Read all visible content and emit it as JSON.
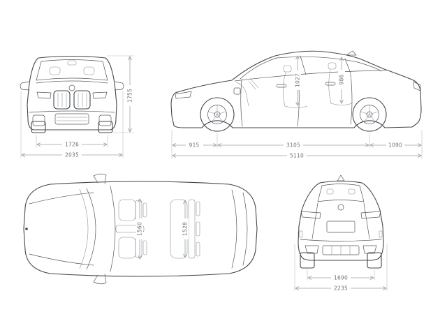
{
  "colors": {
    "background": "#ffffff",
    "car_outline": "#43474c",
    "dimension_lines": "#9aa0a6",
    "dimension_text": "#6b7075"
  },
  "front_view": {
    "dimensions": {
      "overall_height": "1755",
      "track_width": "1726",
      "overall_width": "2035"
    }
  },
  "side_view": {
    "dimensions": {
      "front_headroom": "1027",
      "rear_headroom": "986",
      "front_overhang": "915",
      "wheelbase": "3105",
      "rear_overhang": "1090",
      "overall_length": "5110"
    }
  },
  "top_view": {
    "dimensions": {
      "front_interior_width": "1560",
      "rear_interior_width": "1528"
    }
  },
  "rear_view": {
    "dimensions": {
      "rear_track_width": "1690",
      "overall_width": "2235"
    }
  }
}
